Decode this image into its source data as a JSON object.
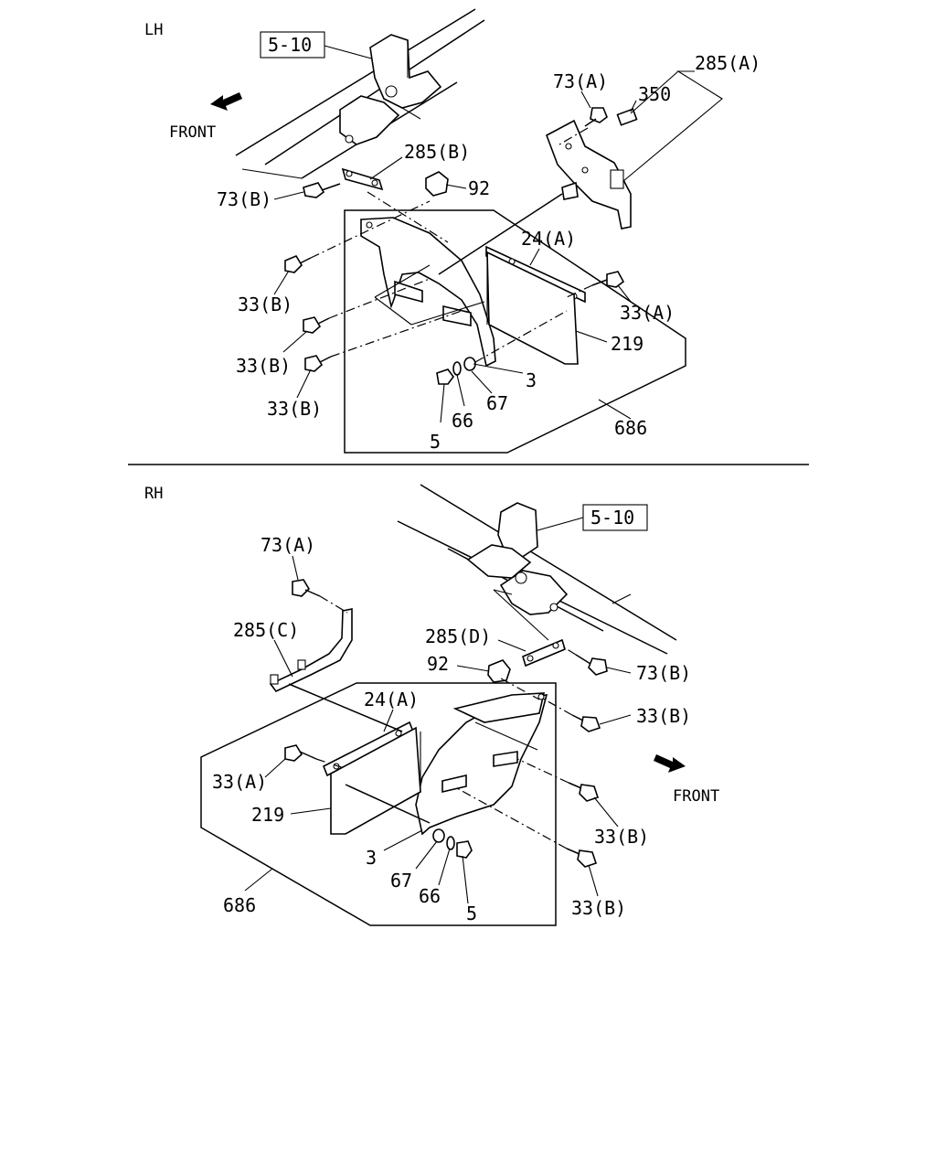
{
  "lh": {
    "section_label": "LH",
    "front_label": "FRONT",
    "ref_box": "5-10",
    "callouts": {
      "p285a": "285(A)",
      "p73a": "73(A)",
      "p350": "350",
      "p285b": "285(B)",
      "p92": "92",
      "p73b": "73(B)",
      "p24a": "24(A)",
      "p33b_1": "33(B)",
      "p33a": "33(A)",
      "p33b_2": "33(B)",
      "p219": "219",
      "p3": "3",
      "p33b_3": "33(B)",
      "p67": "67",
      "p66": "66",
      "p686": "686",
      "p5": "5"
    }
  },
  "rh": {
    "section_label": "RH",
    "front_label": "FRONT",
    "ref_box": "5-10",
    "callouts": {
      "p73a": "73(A)",
      "p285c": "285(C)",
      "p285d": "285(D)",
      "p92": "92",
      "p73b": "73(B)",
      "p24a": "24(A)",
      "p33b_1": "33(B)",
      "p33a": "33(A)",
      "p219": "219",
      "p33b_2": "33(B)",
      "p3": "3",
      "p67": "67",
      "p66": "66",
      "p33b_3": "33(B)",
      "p686": "686",
      "p5": "5"
    }
  }
}
